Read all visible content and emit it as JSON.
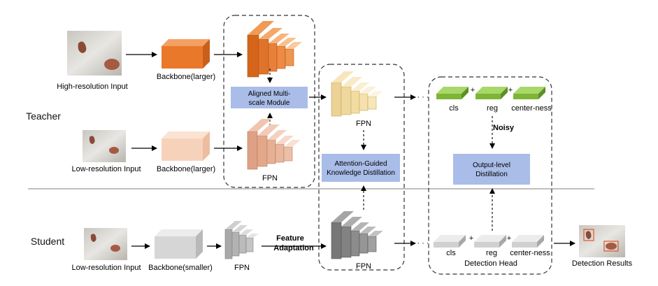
{
  "labels": {
    "teacher": "Teacher",
    "student": "Student",
    "high_res_input": "High-resolution Input",
    "low_res_input_teacher": "Low-resolution Input",
    "low_res_input_student": "Low-resolution Input",
    "backbone_larger_top": "Backbone(larger)",
    "backbone_larger_mid": "Backbone(larger)",
    "backbone_smaller": "Backbone(smaller)",
    "fpn_teacher_low": "FPN",
    "fpn_teacher_fused": "FPN",
    "fpn_student": "FPN",
    "fpn_student_adapted": "FPN",
    "aligned_module_line1": "Aligned Multi-",
    "aligned_module_line2": "scale Module",
    "agkd_line1": "Attention-Guided",
    "agkd_line2": "Knowledge Distillation",
    "output_distill_line1": "Output-level",
    "output_distill_line2": "Distillation",
    "noisy": "Noisy",
    "feature": "Feature",
    "adaptation": "Adaptation",
    "cls_teacher": "cls",
    "reg_teacher": "reg",
    "centerness_teacher": "center-ness",
    "cls_student": "cls",
    "reg_student": "reg",
    "centerness_student": "center-ness",
    "plus": "+",
    "detection_head": "Detection Head",
    "detection_results": "Detection Results",
    "ellipsis": "· · ·"
  },
  "colors": {
    "orange_dark": "#e9782a",
    "orange_light": "#f7d2bb",
    "salmon": "#e3a88a",
    "tan": "#f2dca0",
    "blue_box": "#a9bde8",
    "green": "#8cc63f",
    "gray_light": "#d6d6d6",
    "gray_mid": "#9a9a9a",
    "gray_dark": "#7a7a7a"
  }
}
